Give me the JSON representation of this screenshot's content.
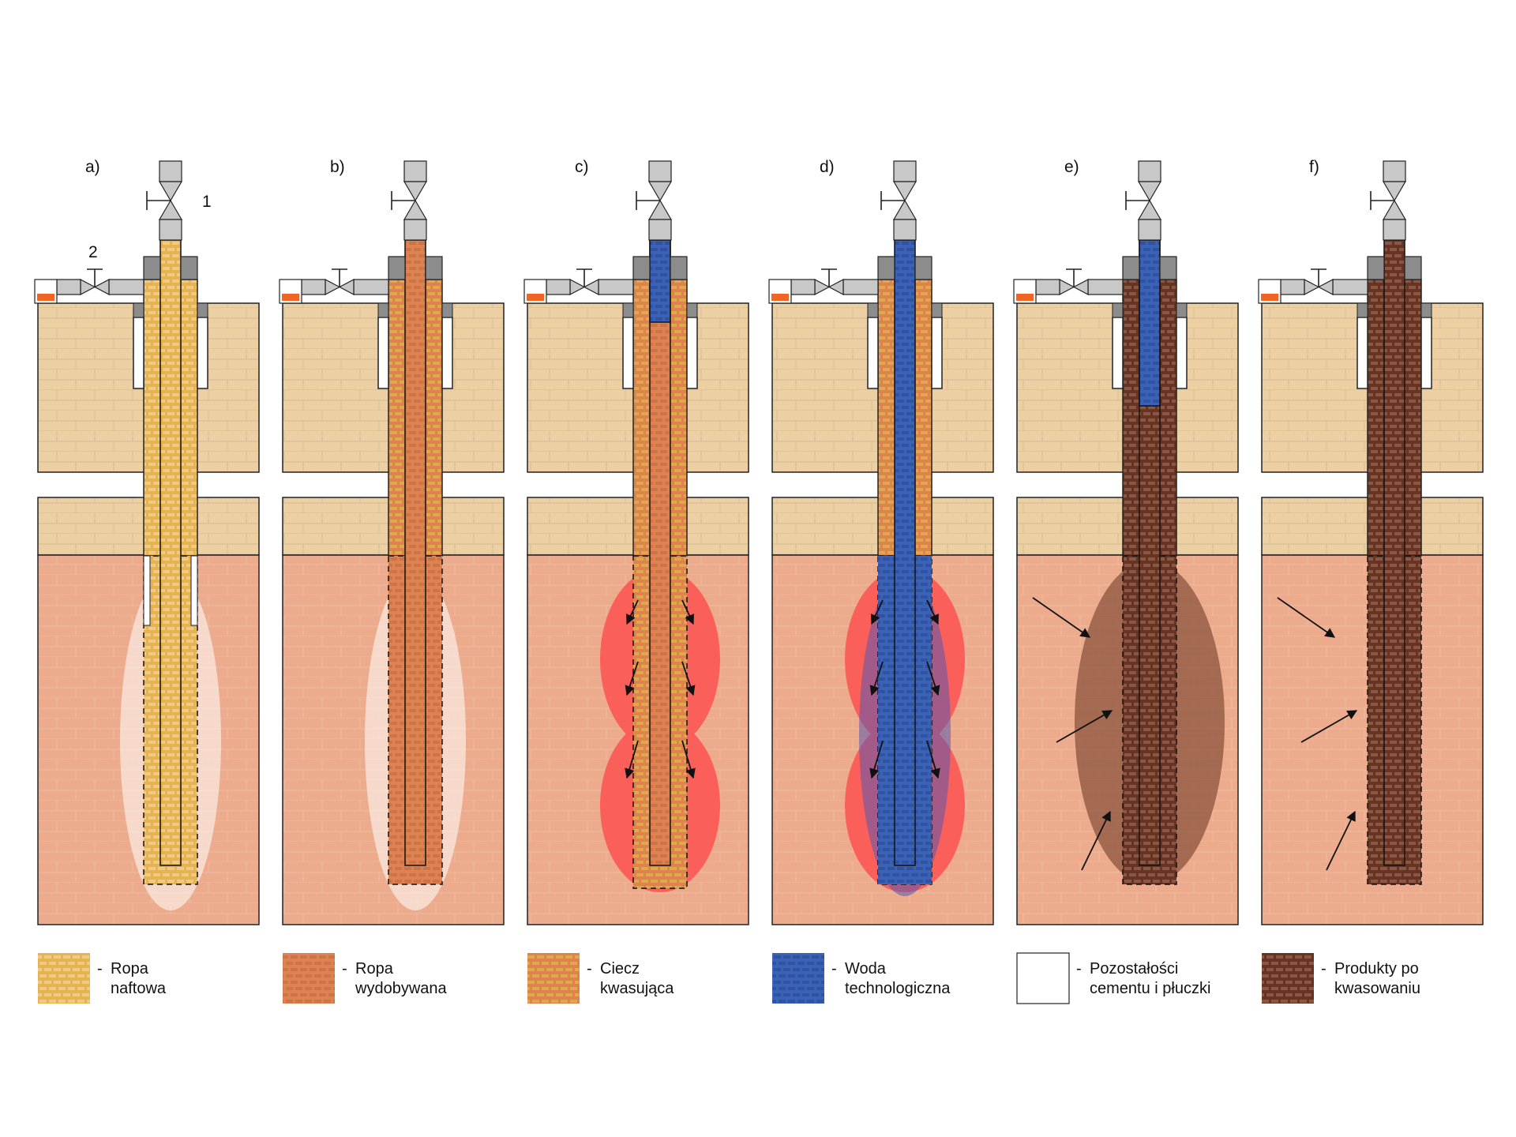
{
  "panels": [
    {
      "label": "a)",
      "state": "ropa"
    },
    {
      "label": "b)",
      "state": "wydobywana"
    },
    {
      "label": "c)",
      "state": "ciecz"
    },
    {
      "label": "d)",
      "state": "woda"
    },
    {
      "label": "e)",
      "state": "pozostalosci"
    },
    {
      "label": "f)",
      "state": "produkty"
    }
  ],
  "callouts": {
    "valve_top": "1",
    "valve_side": "2"
  },
  "legend": [
    {
      "dash": "-",
      "line1": "Ropa",
      "line2": "naftowa",
      "pattern": "ropa"
    },
    {
      "dash": "-",
      "line1": "Ropa",
      "line2": "wydobywana",
      "pattern": "wydobywana"
    },
    {
      "dash": "-",
      "line1": "Ciecz",
      "line2": "kwasująca",
      "pattern": "ciecz"
    },
    {
      "dash": "-",
      "line1": "Woda",
      "line2": "technologiczna",
      "pattern": "woda"
    },
    {
      "dash": "-",
      "line1": "Pozostałości",
      "line2": "cementu i płuczki",
      "pattern": "white"
    },
    {
      "dash": "-",
      "line1": "Produkty po",
      "line2": "kwasowaniu",
      "pattern": "produkty"
    }
  ],
  "colors": {
    "caprock": "#ecd0a4",
    "reservoir": "#ebab8c",
    "ropa": "#e6b34f",
    "wydobywana": "#e0824f",
    "ciecz_a": "#dfa84b",
    "ciecz_b": "#e0824f",
    "woda": "#3a62ba",
    "produkty": "#6a3320",
    "acid_zone": "#fb5f5a",
    "valve_grey": "#c8c8c8",
    "cap_grey": "#8c8c8c",
    "tank_fill": "#f06524"
  }
}
